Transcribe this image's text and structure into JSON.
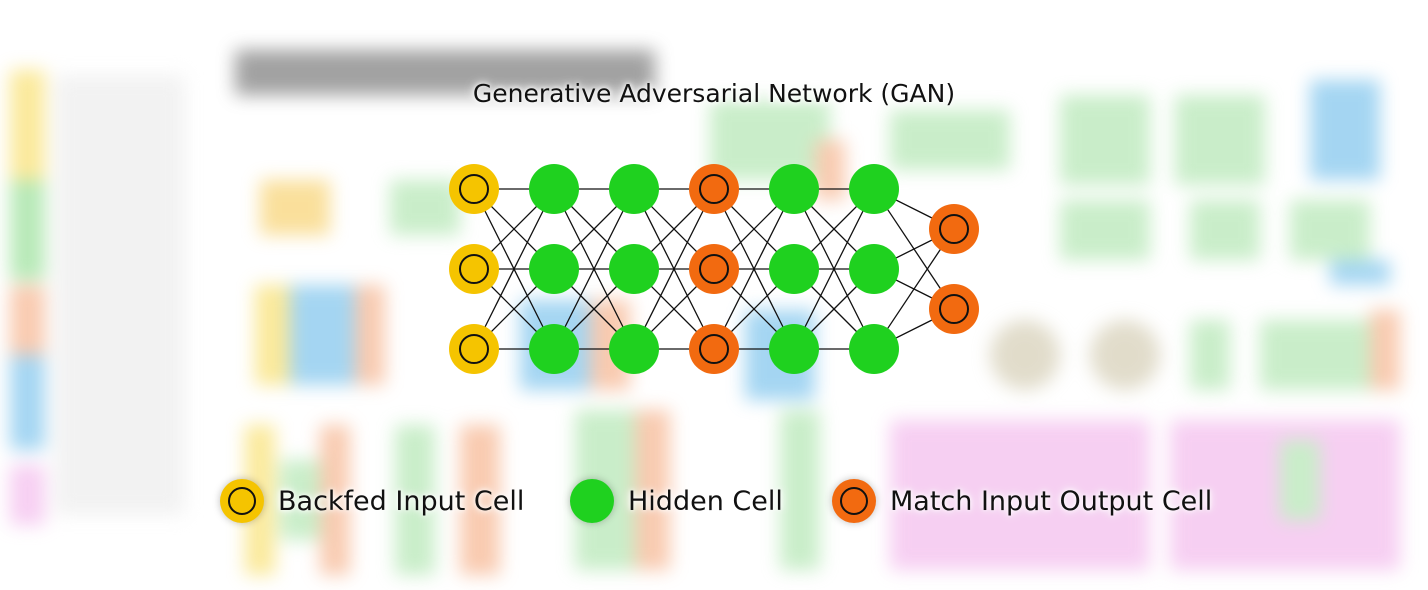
{
  "title": "Generative Adversarial Network (GAN)",
  "colors": {
    "backfed_input": "#f5c400",
    "hidden": "#1fd11f",
    "match_input_output": "#f26a10",
    "edge": "#111111"
  },
  "network": {
    "layers": [
      {
        "type": "backfed_input",
        "count": 3
      },
      {
        "type": "hidden",
        "count": 3
      },
      {
        "type": "hidden",
        "count": 3
      },
      {
        "type": "match_input_output",
        "count": 3
      },
      {
        "type": "hidden",
        "count": 3
      },
      {
        "type": "hidden",
        "count": 3
      },
      {
        "type": "match_input_output",
        "count": 2
      }
    ]
  },
  "legend": [
    {
      "type": "backfed_input",
      "label": "Backfed Input Cell"
    },
    {
      "type": "hidden",
      "label": "Hidden Cell"
    },
    {
      "type": "match_input_output",
      "label": "Match Input Output Cell"
    }
  ]
}
